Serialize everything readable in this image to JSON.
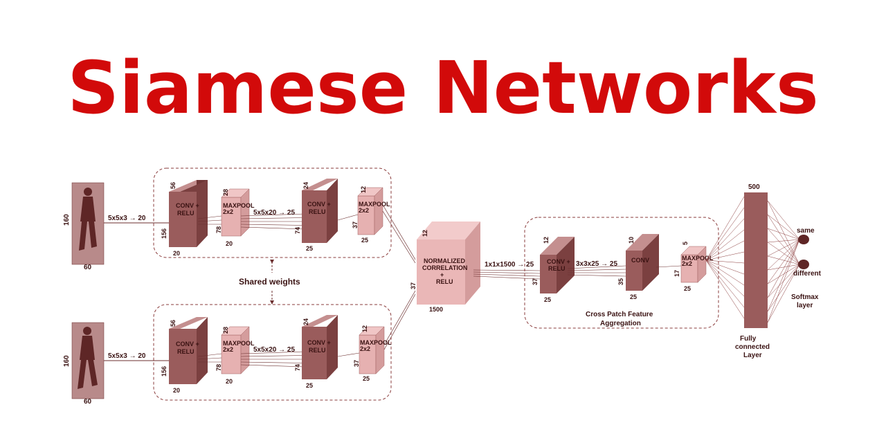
{
  "title": "Siamese Networks",
  "colors": {
    "title": "#d20a0a",
    "dark_block": "#9a5c5c",
    "light_block": "#e6b1b1",
    "line": "#6b2e2e",
    "text": "#3a1212"
  },
  "inputs": {
    "top": {
      "height": "160",
      "width": "60",
      "kernel": "5x5x3 → 20"
    },
    "bottom": {
      "height": "160",
      "width": "60",
      "kernel": "5x5x3 → 20"
    }
  },
  "branch": {
    "conv1": {
      "label_1": "CONV +",
      "label_2": "RELU",
      "depth": "56",
      "height": "156",
      "width": "20"
    },
    "pool1": {
      "label_1": "MAXPOOL",
      "label_2": "2x2",
      "depth": "28",
      "height": "78",
      "width": "20"
    },
    "kernel2": "5x5x20 → 25",
    "conv2": {
      "label_1": "CONV +",
      "label_2": "RELU",
      "depth": "24",
      "height": "74",
      "width": "25"
    },
    "pool2": {
      "label_1": "MAXPOOL",
      "label_2": "2x2",
      "depth": "12",
      "height": "37",
      "width": "25"
    }
  },
  "shared_weights": "Shared weights",
  "correlation": {
    "label_1": "NORMALIZED",
    "label_2": "CORRELATION",
    "label_3": "+",
    "label_4": "RELU",
    "depth": "12",
    "height": "37",
    "width": "1500"
  },
  "kernel3": "1x1x1500 → 25",
  "aggregation": {
    "title_1": "Cross Patch Feature",
    "title_2": "Aggregation",
    "conv1": {
      "label_1": "CONV +",
      "label_2": "RELU",
      "depth": "12",
      "height": "37",
      "width": "25"
    },
    "kernel": "3x3x25 → 25",
    "conv2": {
      "label": "CONV",
      "depth": "10",
      "height": "35",
      "width": "25"
    },
    "pool": {
      "label_1": "MAXPOOL",
      "label_2": "2x2",
      "depth": "5",
      "height": "17",
      "width": "25"
    }
  },
  "fc": {
    "size": "500",
    "label_1": "Fully",
    "label_2": "connected",
    "label_3": "Layer"
  },
  "softmax": {
    "same": "same",
    "different": "different",
    "label_1": "Softmax",
    "label_2": "layer"
  }
}
